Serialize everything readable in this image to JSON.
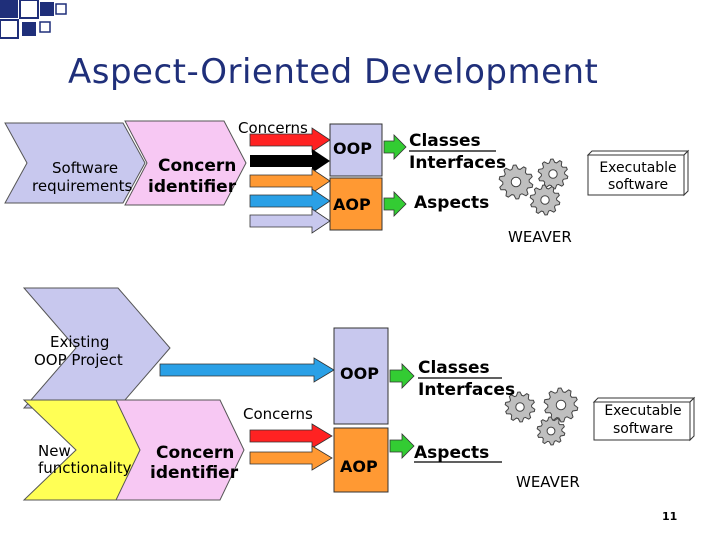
{
  "slide": {
    "title": "Aspect-Oriented Development",
    "page_number": "11"
  },
  "top_diagram": {
    "software_requirements": [
      "Software",
      "requirements"
    ],
    "concern_identifier": [
      "Concern",
      "identifier"
    ],
    "concerns": "Concerns",
    "oop": "OOP",
    "aop": "AOP",
    "classes_interfaces": [
      "Classes",
      "Interfaces"
    ],
    "aspects": "Aspects",
    "executable_software": [
      "Executable",
      "software"
    ],
    "weaver": "WEAVER"
  },
  "bottom_diagram": {
    "existing_oop_project": [
      "Existing",
      "OOP Project"
    ],
    "new_functionality": [
      "New",
      "functionality"
    ],
    "concern_identifier": [
      "Concern",
      "identifier"
    ],
    "concerns": "Concerns",
    "oop": "OOP",
    "aop": "AOP",
    "classes_interfaces": [
      "Classes",
      "Interfaces"
    ],
    "aspects": "Aspects",
    "executable_software": [
      "Executable",
      "software"
    ],
    "weaver": "WEAVER"
  },
  "colors": {
    "title": "#1f2f7a",
    "requirements_arrow": "#c8c8ee",
    "identifier_arrow": "#f7c8f3",
    "existing_arrow": "#c8c8ee",
    "new_arrow": "#ffff55",
    "oop_box": "#c8c8ee",
    "aop_box": "#ff9933",
    "red_arrow": "#ff2222",
    "black_arrow": "#000000",
    "orange_arrow": "#ff9933",
    "blue_arrow": "#2aa0e6",
    "green_arrow": "#33cc33",
    "gear": "#bfbfbf",
    "logo_squares": "#1f2f7a"
  }
}
